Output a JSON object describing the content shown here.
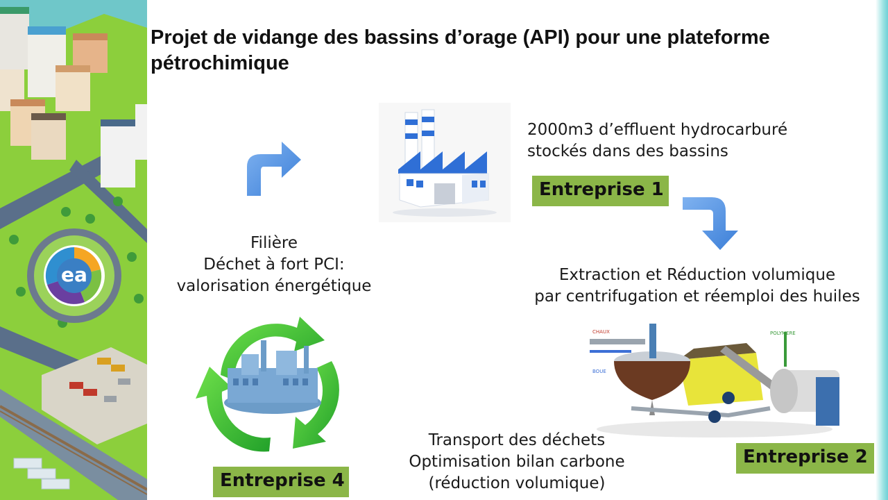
{
  "slide": {
    "title": "Projet de vidange des bassins d’orage (API) pour  une plateforme pétrochimique"
  },
  "step1": {
    "description_lines": [
      "2000m3 d’effluent hydrocarburé",
      "stockés dans des bassins"
    ],
    "company": "Entreprise 1"
  },
  "step2": {
    "description_lines": [
      "Extraction et Réduction volumique",
      "par centrifugation et réemploi des huiles"
    ],
    "company": "Entreprise 2",
    "diagram_labels": {
      "chaux": "CHAUX",
      "boue": "BOUE",
      "polymere": "POLYMERE"
    }
  },
  "step3": {
    "description_lines": [
      "Transport des déchets",
      "Optimisation bilan carbone",
      "(réduction volumique)"
    ]
  },
  "step4": {
    "description_lines": [
      "Filière",
      "Déchet à fort PCI:",
      "valorisation énergétique"
    ],
    "company": "Entreprise 4"
  },
  "logo": {
    "text": "ea"
  },
  "icons": [
    "factory-icon",
    "arrow-turn-right-icon",
    "arrow-turn-down-icon",
    "recycling-arrows-icon",
    "centrifuge-diagram"
  ],
  "colors": {
    "badge_green": "#8bb648",
    "arrow_blue": "#4a8fe0",
    "recycle_green": "#3cbf2a",
    "factory_blue": "#2f6fd6"
  }
}
